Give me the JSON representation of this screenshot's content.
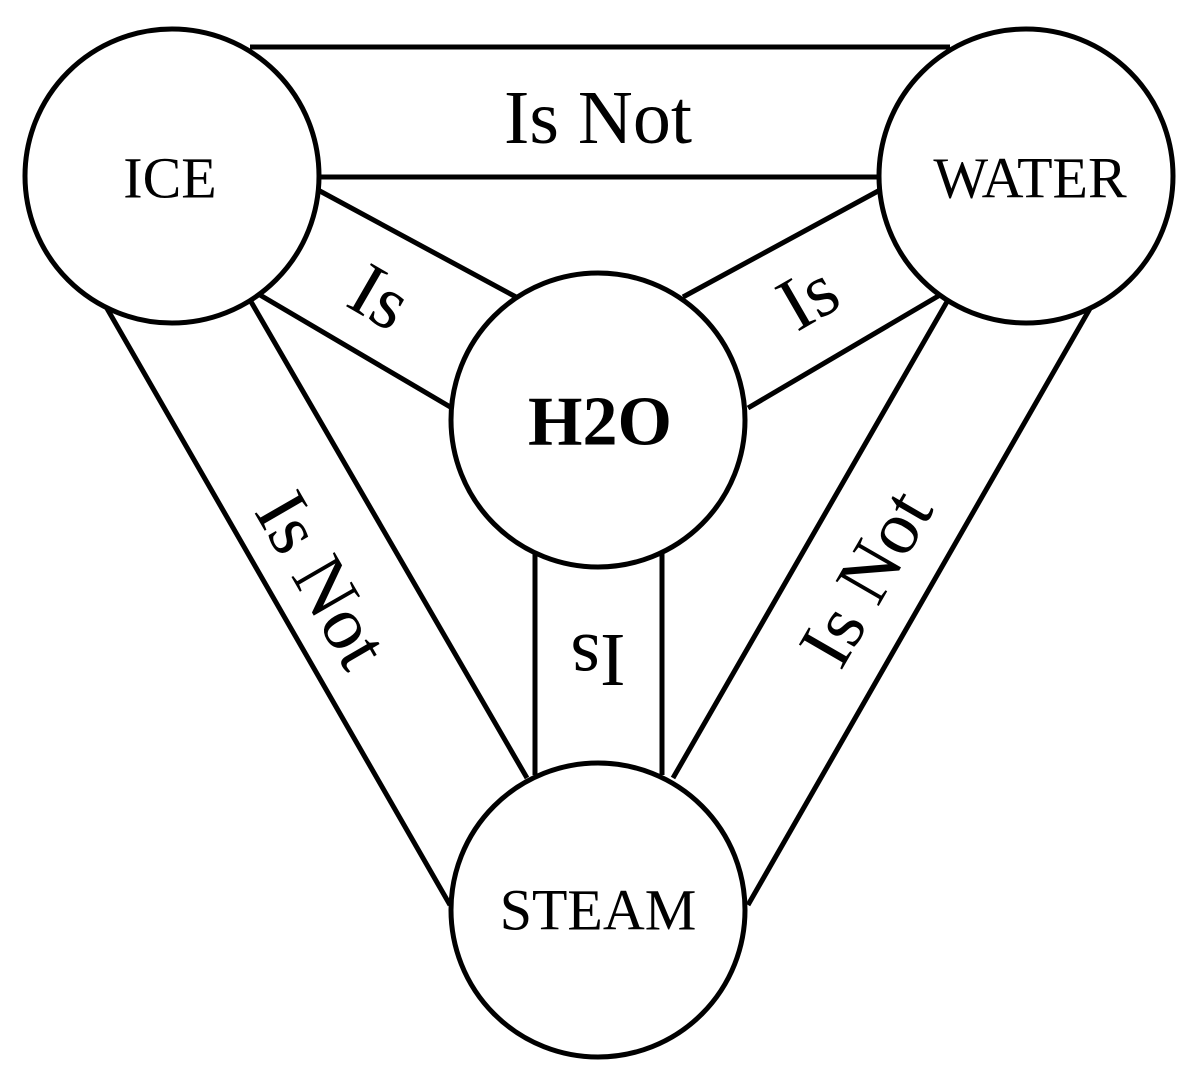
{
  "nodes": {
    "ice": "ICE",
    "water": "WATER",
    "steam": "STEAM",
    "center": "H2O"
  },
  "relations": {
    "ice_water": "Is Not",
    "ice_steam": "Is Not",
    "water_steam": "Is Not",
    "ice_center": "Is",
    "water_center": "Is",
    "steam_center": "Is"
  },
  "colors": {
    "stroke": "#000000",
    "background": "#ffffff"
  }
}
